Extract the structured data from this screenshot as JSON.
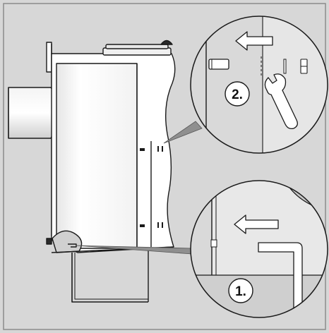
{
  "figure": {
    "description_free": true,
    "colors": {
      "background": "#d7d7d7",
      "border": "#8c8c8c",
      "stove_fill": "#ffffff",
      "line": "#1a1a1a",
      "shading": "#c9c9c9",
      "callout_fill": "#d9d9d9",
      "arrow_fill": "#ffffff"
    }
  },
  "callouts": [
    {
      "id": "upper",
      "step_label": "2.",
      "icons": [
        "arrow-left-icon",
        "wrench-icon",
        "adjuster-slot-icon"
      ]
    },
    {
      "id": "lower",
      "step_label": "1.",
      "icons": [
        "arrow-left-icon",
        "allen-key-icon"
      ]
    }
  ]
}
